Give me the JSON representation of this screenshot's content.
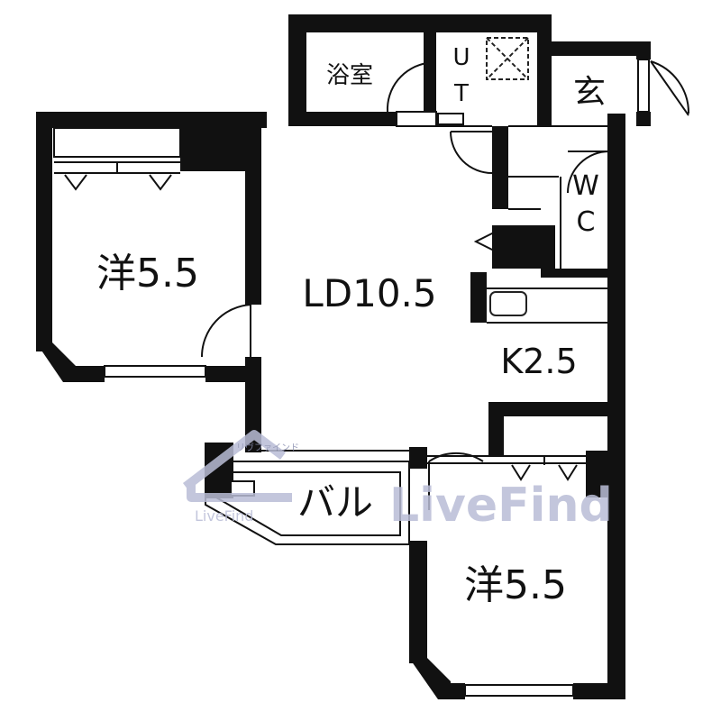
{
  "colors": {
    "wall": "#111111",
    "floor": "#ffffff",
    "watermark": "#b9bdd6",
    "fixture": "#222222"
  },
  "rooms": {
    "bath": "浴室",
    "ut": "UT",
    "entrance": "玄",
    "wc": "WC",
    "ld": "LD10.5",
    "kitchen": "K2.5",
    "west_room": "洋5.5",
    "south_room": "洋5.5",
    "balcony": "バル"
  },
  "watermark": {
    "brand": "LiveFind",
    "brand_small": "LiveFind",
    "tagline": "リヴファインド",
    "icon": "house-logo-icon"
  },
  "icons": {
    "washer": "washing-machine-icon",
    "sink": "kitchen-sink-icon",
    "door_swing": "door-swing-icon"
  }
}
